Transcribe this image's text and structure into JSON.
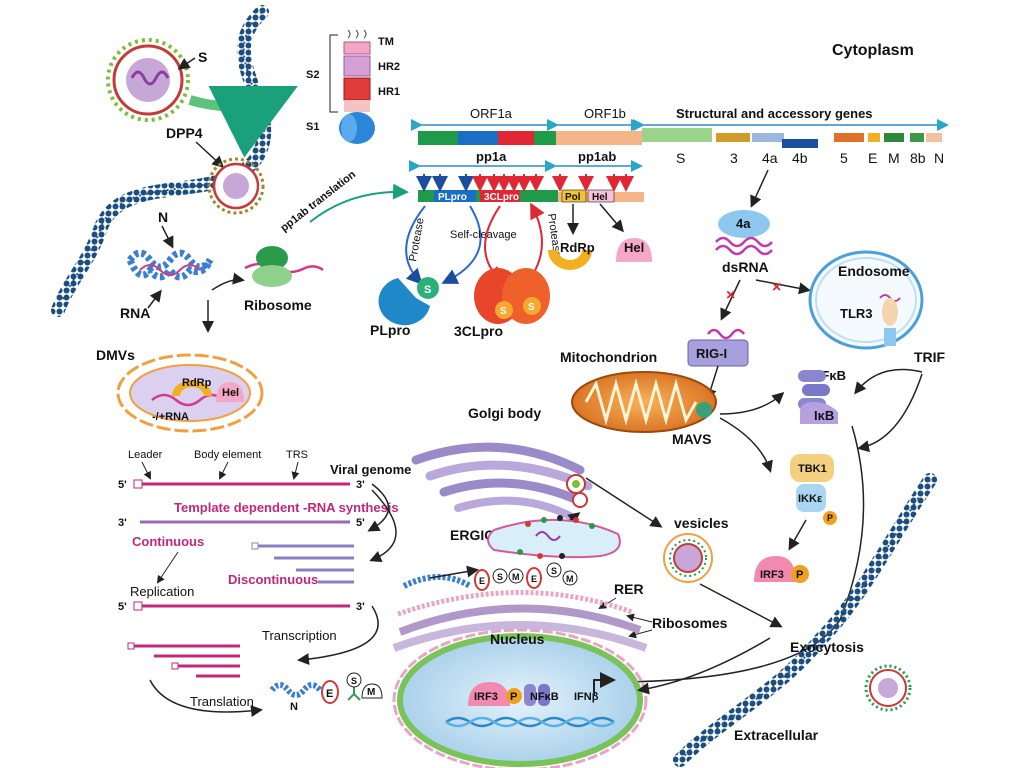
{
  "regions": {
    "cytoplasm": "Cytoplasm",
    "extracellular": "Extracellular",
    "nucleus": "Nucleus",
    "golgi": "Golgi body",
    "ergic": "ERGIC",
    "rer": "RER",
    "ribosomes": "Ribosomes",
    "mitochondrion": "Mitochondrion",
    "endosome": "Endosome",
    "vesicles": "vesicles",
    "exocytosis": "Exocytosis",
    "dmvs": "DMVs"
  },
  "spike": {
    "s": "S",
    "tm": "TM",
    "hr2": "HR2",
    "hr1": "HR1",
    "s2": "S2",
    "s1": "S1",
    "dpp4": "DPP4"
  },
  "entry": {
    "n": "N",
    "rna": "RNA",
    "ribosome": "Ribosome",
    "translation": "pp1ab translation"
  },
  "genome": {
    "orf1a": "ORF1a",
    "orf1b": "ORF1b",
    "structural": "Structural and accessory genes",
    "genes": [
      "S",
      "3",
      "4a",
      "4b",
      "5",
      "E",
      "M",
      "8b",
      "N"
    ],
    "pp1a": "pp1a",
    "pp1ab": "pp1ab",
    "plpro_seg": "PLpro",
    "clpro_seg": "3CLpro",
    "pol_seg": "Pol",
    "hel_seg": "Hel"
  },
  "proteins": {
    "plpro": "PLpro",
    "clpro": "3CLpro",
    "rdrp": "RdRp",
    "hel": "Hel",
    "protease1": "Protease",
    "protease2": "Protease",
    "selfcleavage": "Self-cleavage",
    "s_badge": "S"
  },
  "dmv": {
    "rdrp": "RdRp",
    "hel": "Hel",
    "rna": "-/+RNA"
  },
  "innate": {
    "fourA": "4a",
    "dsrna": "dsRNA",
    "tlr3": "TLR3",
    "trif": "TRIF",
    "rigi": "RIG-I",
    "mavs": "MAVS",
    "nfkb": "NFκB",
    "ikb": "IκB",
    "tbk1": "TBK1",
    "ikke": "IKKε",
    "irf3": "IRF3",
    "p": "P",
    "cross": "×"
  },
  "replication": {
    "leader": "Leader",
    "body": "Body element",
    "trs": "TRS",
    "viral_genome": "Viral genome",
    "five": "5'",
    "three": "3'",
    "template": "Template dependent -RNA synthesis",
    "continuous": "Continuous",
    "discontinuous": "Discontinuous",
    "replication": "Replication",
    "transcription": "Transcription",
    "translation": "Translation"
  },
  "assembly": {
    "n": "N",
    "e": "E",
    "s": "S",
    "m": "M"
  },
  "nucleus_content": {
    "irf3": "IRF3",
    "p": "P",
    "nfkb": "NFκB",
    "ifnb": "IFNβ"
  },
  "colors": {
    "orf_green": "#1f9a4a",
    "orf_blue": "#1a6fc4",
    "orf_red": "#e02835",
    "orf1b_peach": "#f6b48a",
    "rna_pink": "#c0287a",
    "membrane_blue": "#1f3f7a"
  }
}
